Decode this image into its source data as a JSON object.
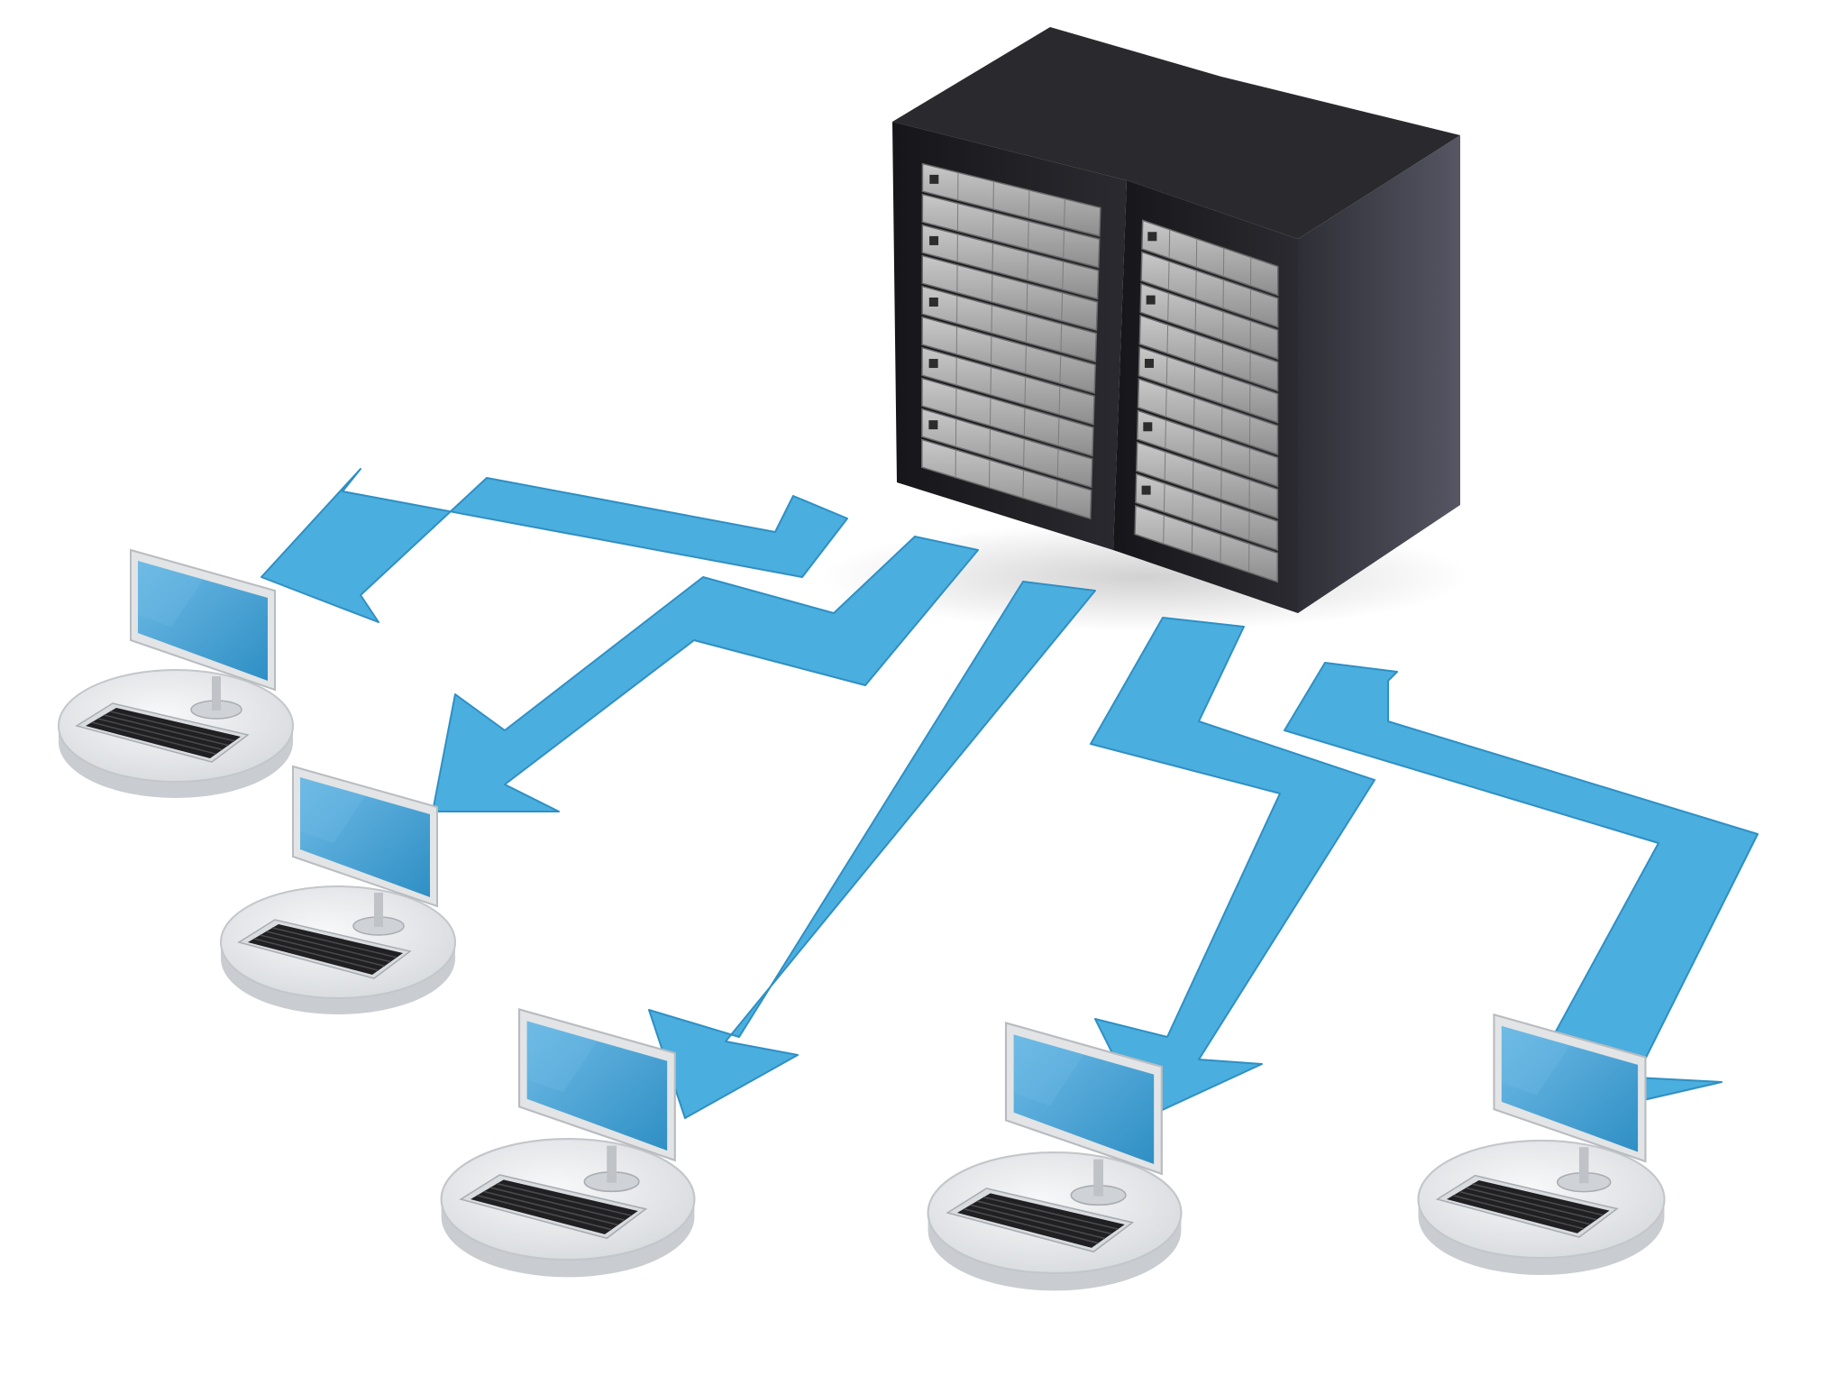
{
  "scene": {
    "subject": "server-rack-to-workstations",
    "colors": {
      "background": "#ffffff",
      "arrow": "#4aaede",
      "arrow_dark": "#2f8fc4",
      "arrow_light": "#7cc8ec",
      "rack_front": "#1c1c1f",
      "rack_side": "#3a3a44",
      "rack_top": "#2a2a2e",
      "server_unit": "#b4b4b4",
      "server_unit_dark": "#8a8a8a",
      "base_top": "#eceef0",
      "base_side": "#c9ccd0",
      "screen": "#3f9fd6",
      "screen_light": "#6fbbe6",
      "monitor_frame": "#e2e4e6",
      "keyboard": "#202022"
    },
    "rack": {
      "cabinets": 2,
      "units_per_cabinet": 10
    },
    "arrows": 5,
    "workstations": 5
  }
}
